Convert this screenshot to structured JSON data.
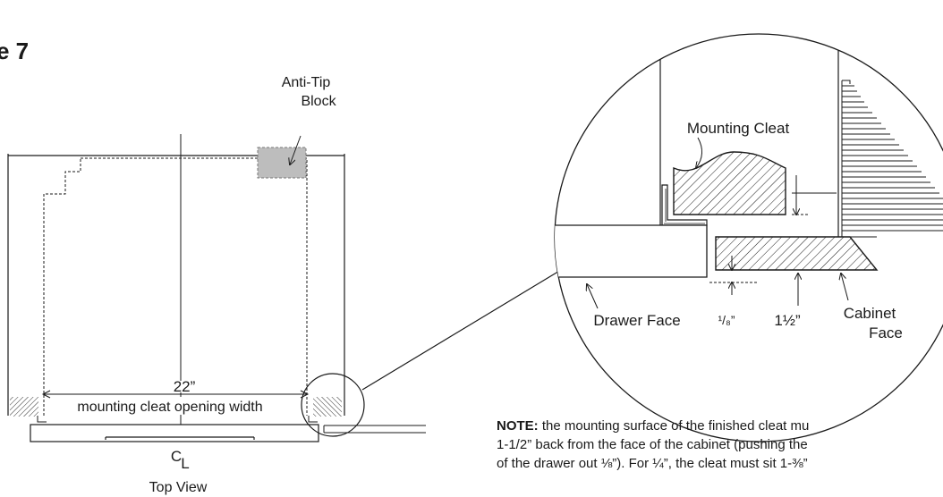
{
  "figure": {
    "title_fragment": "e 7"
  },
  "top_view": {
    "anti_tip_label_line1": "Anti-Tip",
    "anti_tip_label_line2": "Block",
    "width_dimension": "22”",
    "width_caption": "mounting cleat opening width",
    "centerline_c": "C",
    "centerline_l": "L",
    "view_label": "Top View"
  },
  "detail": {
    "mounting_cleat_label": "Mounting Cleat",
    "drawer_face_label": "Drawer Face",
    "eighth_inch_label": "¹/₈”",
    "one_and_half_label": "1½”",
    "cabinet_label_line1": "Cabinet",
    "cabinet_label_line2": "Face"
  },
  "note": {
    "bold_prefix": "NOTE:",
    "line1": " the mounting surface of the finished cleat mu",
    "line2": "1-1/2” back from the face of the cabinet (pushing the",
    "line3": "of the drawer out ⅛”). For ¼”, the cleat must sit 1-⅜”"
  },
  "colors": {
    "ink": "#1a1a1a",
    "block_fill": "#bdbdbd"
  }
}
